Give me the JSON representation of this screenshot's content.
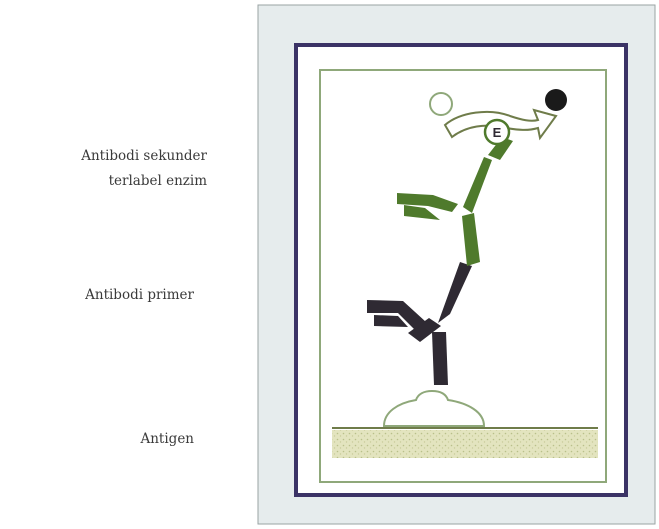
{
  "labels": {
    "secondary_antibody_line1": "Antibodi sekunder",
    "secondary_antibody_line2": "terlabel enzim",
    "primary_antibody": "Antibodi primer",
    "antigen": "Antigen"
  },
  "diagram": {
    "enzyme_letter": "E",
    "colors": {
      "background_panel": "#e6eced",
      "outer_border": "#3b3366",
      "inner_border": "#8fa87a",
      "secondary_antibody": "#4f7a2c",
      "primary_antibody": "#2f2a33",
      "substrate": "#ffffff",
      "product": "#1a1a1a",
      "surface": "#e3e4bf"
    }
  }
}
